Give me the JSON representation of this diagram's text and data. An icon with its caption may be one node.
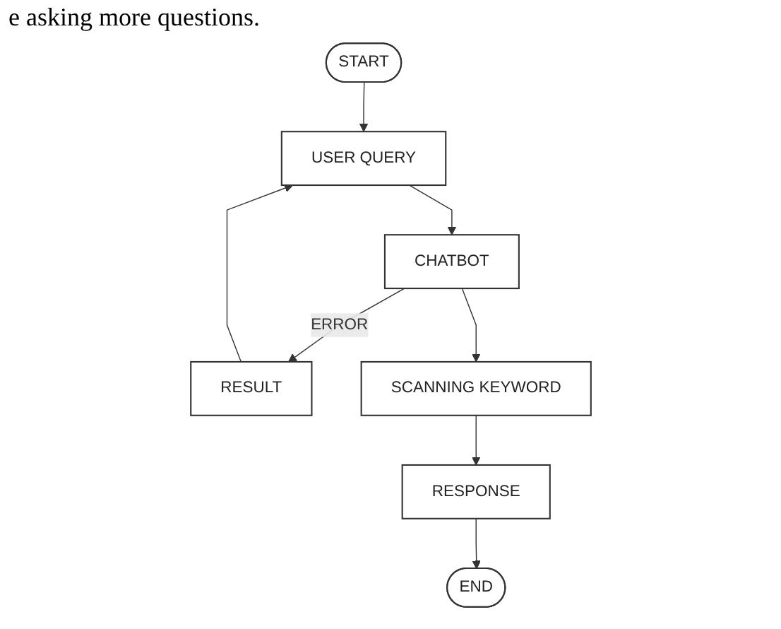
{
  "diagram": {
    "nodes": [
      {
        "text": [
          "START"
        ]
      },
      {
        "text": [
          "USER QUERY"
        ]
      },
      {
        "text": [
          "CHATBOT"
        ]
      },
      {
        "text": [
          "RESULT"
        ]
      },
      {
        "text": [
          "SCANNING KEYWORD"
        ]
      },
      {
        "text": [
          "RESPONSE"
        ]
      },
      {
        "text": [
          "END"
        ]
      }
    ],
    "edges": [
      {
        "from": 0,
        "to": 1,
        "arrow": "to"
      },
      {
        "from": 1,
        "to": 2,
        "arrow": "to"
      },
      {
        "from": 2,
        "to": 3,
        "label": "ERROR",
        "arrow": "to"
      },
      {
        "from": 3,
        "to": 1,
        "arrow": "to"
      },
      {
        "from": 2,
        "to": 4,
        "arrow": "to"
      },
      {
        "from": 4,
        "to": 5,
        "arrow": "to"
      },
      {
        "from": 5,
        "to": 6,
        "arrow": "to"
      }
    ],
    "labels": [
      "e asking more questions."
    ]
  }
}
